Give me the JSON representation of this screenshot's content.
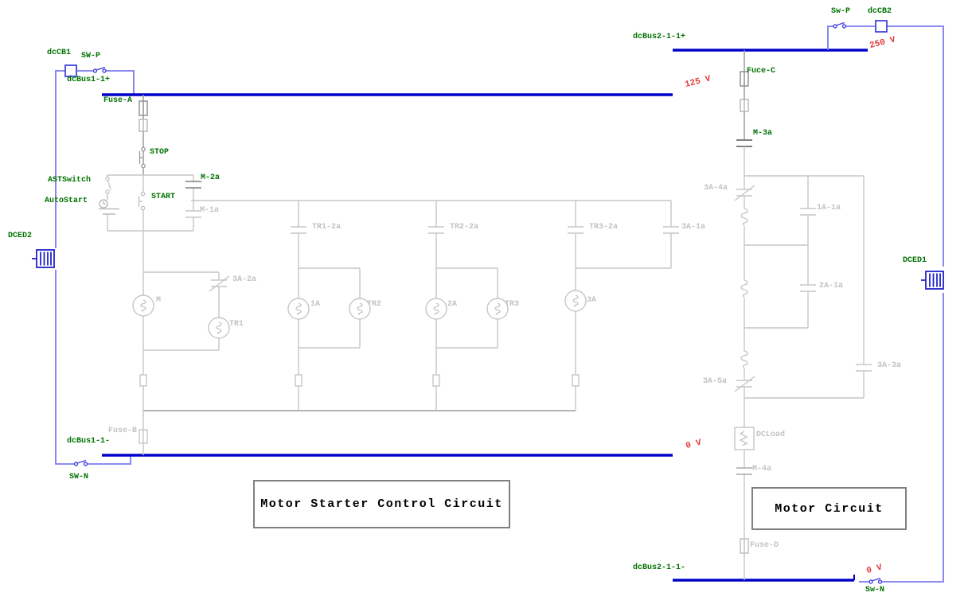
{
  "titles": {
    "control_box": "Motor Starter Control Circuit",
    "motor_box": "Motor Circuit"
  },
  "colors": {
    "bus": "#0000c8",
    "feeder_wire": "#7b7bf0",
    "device_blue": "#2222cc",
    "deenergized_gray": "#c6c6c6",
    "energized_gray": "#8a8a8a",
    "label_green": "#007200",
    "label_gray": "#c2c2c2",
    "label_red": "#e23b3b"
  },
  "control_circuit": {
    "breaker": "dcCB1",
    "switch_pos": "SW-P",
    "bus_pos": "dcBus1-1+",
    "fuse_pos": "Fuse-A",
    "stop_button": "STOP",
    "ast_switch": "ASTSwitch",
    "auto_start": "AutoStart",
    "start_button": "START",
    "m_seal_top": "M-2a",
    "m_seal_bottom": "M-1a",
    "dc_source": "DCED2",
    "bus_neg": "dcBus1-1-",
    "switch_neg": "SW-N",
    "fuse_neg": "Fuse-B",
    "contact_tr1_2a": "TR1-2a",
    "contact_tr2_2a": "TR2-2a",
    "contact_tr3_2a": "TR3-2a",
    "contact_3a_1a": "3A-1a",
    "contact_3a_2a": "3A-2a",
    "coil_m": "M",
    "coil_1a": "1A",
    "coil_tr2": "TR2",
    "coil_2a": "2A",
    "coil_tr3": "TR3",
    "coil_3a": "3A",
    "coil_tr1": "TR1",
    "voltage_pos": "125 V",
    "voltage_neg": "0 V"
  },
  "motor_circuit": {
    "switch_pos": "Sw-P",
    "breaker": "dcCB2",
    "bus_pos": "dcBus2-1-1+",
    "voltage_pos": "250 V",
    "fuse_pos": "Fuce-C",
    "contact_m_3a": "M-3a",
    "contact_3a_4a": "3A-4a",
    "contact_1a_1a": "1A-1a",
    "contact_2a_1a": "2A-1a",
    "contact_3a_3a": "3A-3a",
    "contact_3a_5a": "3A-5a",
    "load": "DCLoad",
    "contact_m_4a": "M-4a",
    "fuse_neg": "Fuse-D",
    "dc_source": "DCED1",
    "bus_neg": "dcBus2-1-1-",
    "switch_neg": "Sw-N",
    "voltage_neg": "0 V"
  }
}
